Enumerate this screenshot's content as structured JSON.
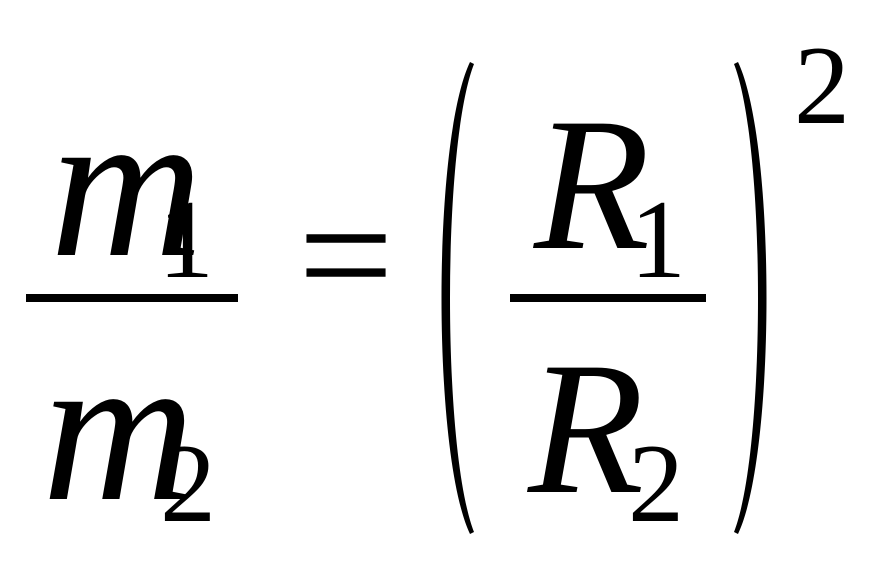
{
  "formula": {
    "left": {
      "numerator": {
        "symbol": "m",
        "subscript": "1"
      },
      "denominator": {
        "symbol": "m",
        "subscript": "2"
      }
    },
    "relation": "=",
    "right": {
      "numerator": {
        "symbol": "R",
        "subscript": "1"
      },
      "denominator": {
        "symbol": "R",
        "subscript": "2"
      },
      "exponent": "2"
    }
  }
}
